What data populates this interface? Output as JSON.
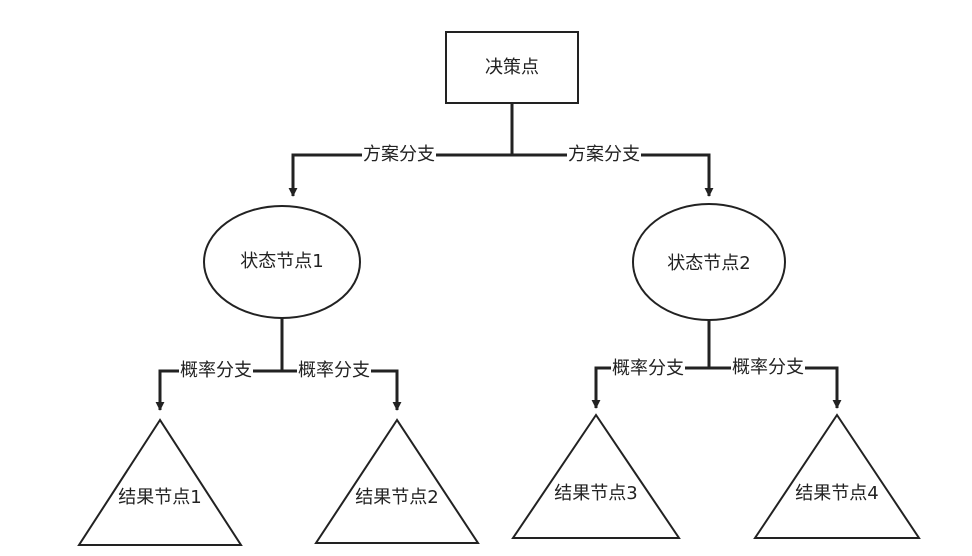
{
  "decision": {
    "label": "决策点"
  },
  "branches": {
    "option_left": "方案分支",
    "option_right": "方案分支",
    "prob_1a": "概率分支",
    "prob_1b": "概率分支",
    "prob_2a": "概率分支",
    "prob_2b": "概率分支"
  },
  "states": [
    {
      "label": "状态节点1"
    },
    {
      "label": "状态节点2"
    }
  ],
  "outcomes": [
    {
      "label": "结果节点1"
    },
    {
      "label": "结果节点2"
    },
    {
      "label": "结果节点3"
    },
    {
      "label": "结果节点4"
    }
  ],
  "colors": {
    "stroke": "#222222",
    "background": "#ffffff"
  }
}
